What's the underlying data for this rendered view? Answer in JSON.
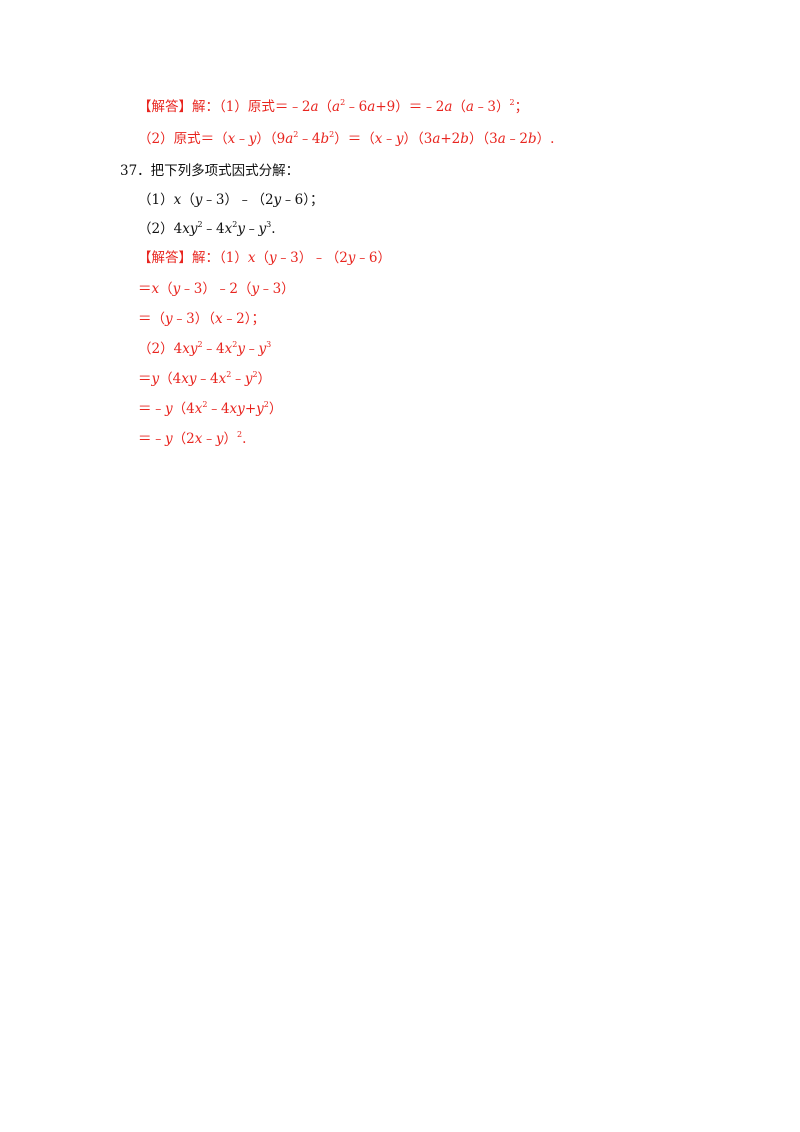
{
  "answer36": {
    "label": "【解答】",
    "line1": {
      "pre": "解：（1）原式＝﹣2",
      "a1": "a",
      "mid1": "（",
      "a2": "a",
      "sq": "2",
      "mid2": "﹣6",
      "a3": "a",
      "mid3": "+9）＝﹣2",
      "a4": "a",
      "mid4": "（",
      "a5": "a",
      "mid5": "﹣3）",
      "sq2": "2",
      "end": "；"
    },
    "line2": {
      "pre": "（2）原式＝（",
      "x1": "x",
      "m1": "﹣",
      "y1": "y",
      "m2": "）（9",
      "a1": "a",
      "sq1": "2",
      "m3": "﹣4",
      "b1": "b",
      "sq2": "2",
      "m4": "）＝（",
      "x2": "x",
      "m5": "﹣",
      "y2": "y",
      "m6": "）（3",
      "a2": "a",
      "m7": "+2",
      "b2": "b",
      "m8": "）（3",
      "a3": "a",
      "m9": "﹣2",
      "b3": "b",
      "end": "）."
    }
  },
  "problem37": {
    "title": "37．把下列多项式因式分解：",
    "p1": {
      "pre": "（1）",
      "x": "x",
      "m1": "（",
      "y1": "y",
      "m2": "﹣3）﹣（2",
      "y2": "y",
      "end": "﹣6）；"
    },
    "p2": {
      "pre": "（2）4",
      "xy1x": "x",
      "xy1y": "y",
      "sq1": "2",
      "m1": "﹣4",
      "x2": "x",
      "sq2": "2",
      "y2": "y",
      "m2": "﹣",
      "y3": "y",
      "cube": "3",
      "end": "."
    }
  },
  "answer37": {
    "label": "【解答】",
    "s1": {
      "pre": "解：（1）",
      "x": "x",
      "m1": "（",
      "y1": "y",
      "m2": "﹣3）﹣（2",
      "y2": "y",
      "end": "﹣6）"
    },
    "s2": {
      "pre": "＝",
      "x": "x",
      "m1": "（",
      "y1": "y",
      "m2": "﹣3）﹣2（",
      "y2": "y",
      "end": "﹣3）"
    },
    "s3": {
      "pre": "＝（",
      "y": "y",
      "m1": "﹣3）（",
      "x": "x",
      "end": "﹣2）；"
    },
    "s4": {
      "pre": "（2）4",
      "x1": "x",
      "y1": "y",
      "sq1": "2",
      "m1": "﹣4",
      "x2": "x",
      "sq2": "2",
      "y2": "y",
      "m2": "﹣",
      "y3": "y",
      "cube": "3"
    },
    "s5": {
      "pre": "＝",
      "y": "y",
      "m1": "（4",
      "x1": "x",
      "y1": "y",
      "m2": "﹣4",
      "x2": "x",
      "sq1": "2",
      "m3": "﹣",
      "y2": "y",
      "sq2": "2",
      "end": "）"
    },
    "s6": {
      "pre": "＝﹣",
      "y": "y",
      "m1": "（4",
      "x1": "x",
      "sq1": "2",
      "m2": "﹣4",
      "x2": "x",
      "y2": "y",
      "m3": "+",
      "y3": "y",
      "sq2": "2",
      "end": "）"
    },
    "s7": {
      "pre": "＝﹣",
      "y": "y",
      "m1": "（2",
      "x": "x",
      "m2": "﹣",
      "y2": "y",
      "m3": "）",
      "sq": "2",
      "end": "."
    }
  },
  "colors": {
    "answer": "#e8251f",
    "text": "#111111"
  }
}
